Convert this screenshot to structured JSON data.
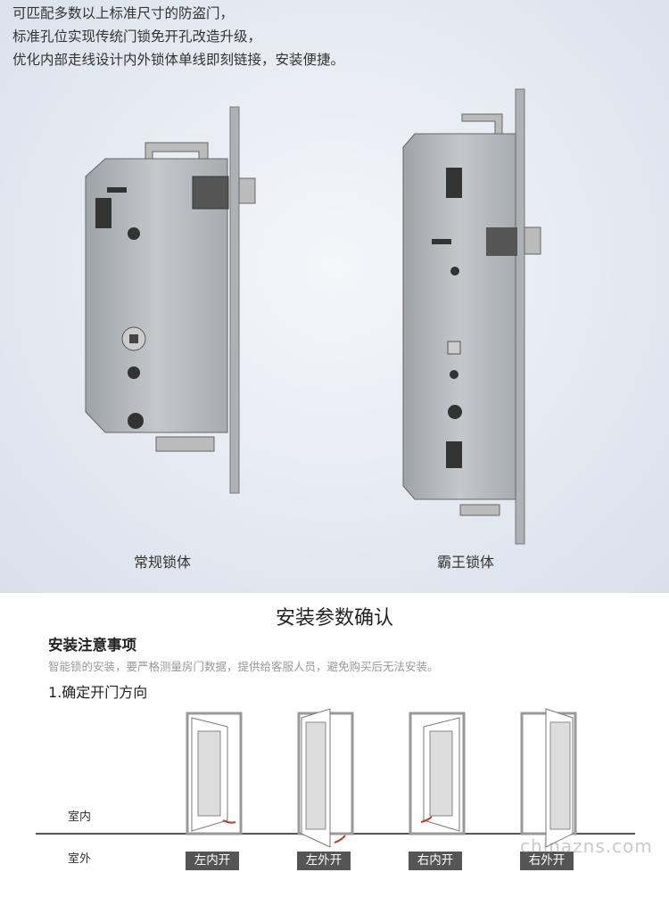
{
  "intro": {
    "lines": [
      "可匹配多数以上标准尺寸的防盗门，",
      "标准孔位实现传统门锁免开孔改造升级，",
      "优化内部走线设计内外锁体单线即刻链接，安装便捷。"
    ]
  },
  "locks": [
    {
      "caption": "常规锁体"
    },
    {
      "caption": "霸王锁体"
    }
  ],
  "install": {
    "title": "安装参数确认",
    "subtitle": "安装注意事项",
    "note": "智能锁的安装，要严格测量房门数据，提供给客服人员，避免购买后无法安装。",
    "step": "1.确定开门方向",
    "indoor": "室内",
    "outdoor": "室外",
    "directions": [
      {
        "label": "左内开"
      },
      {
        "label": "左外开"
      },
      {
        "label": "右内开"
      },
      {
        "label": "右外开"
      }
    ]
  },
  "watermark": "chinazns.com",
  "colors": {
    "metal": "#b4b8bd",
    "label_bg": "#555555",
    "arrow": "#c0392b"
  }
}
